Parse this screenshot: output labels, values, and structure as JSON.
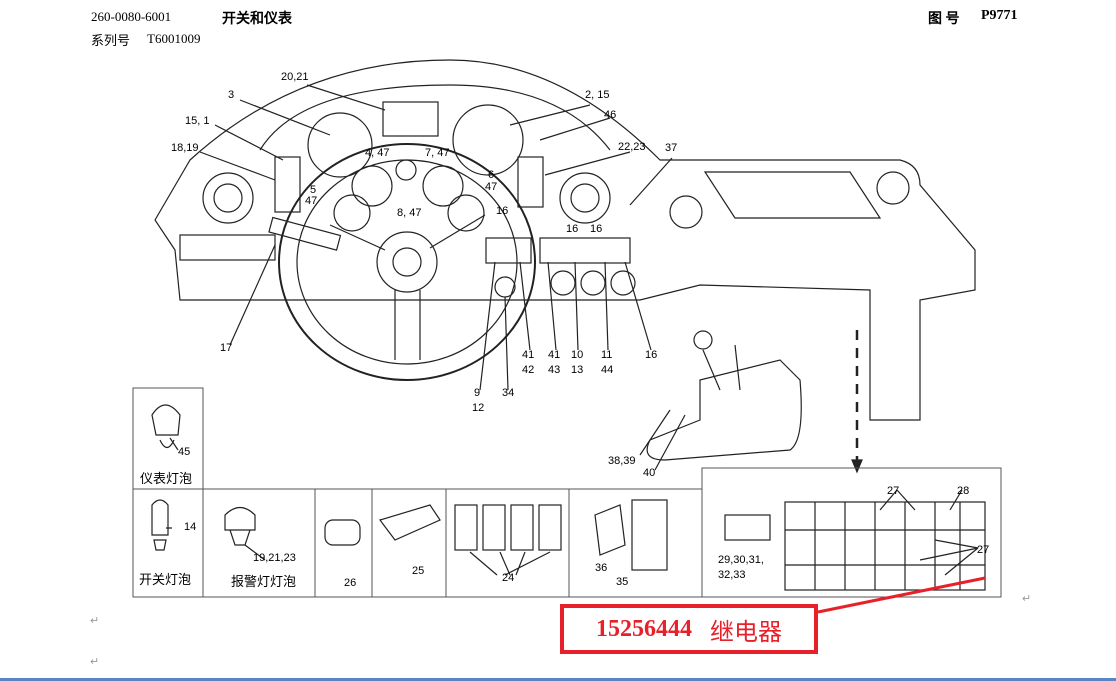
{
  "header": {
    "doc_code": "260-0080-6001",
    "title": "开关和仪表",
    "fig_label": "图 号",
    "fig_no": "P9771",
    "series_label": "系列号",
    "series_no": "T6001009"
  },
  "paragraph_mark": "↵",
  "callout_labels": [
    "20,21",
    "3",
    "2, 15",
    "46",
    "15, 1",
    "18,19",
    "22,23",
    "37",
    "4, 47",
    "7, 47",
    "6",
    "47",
    "5",
    "47",
    "8, 47",
    "16",
    "16",
    "16",
    "17",
    "41",
    "42",
    "41",
    "43",
    "10",
    "13",
    "11",
    "44",
    "16",
    "9",
    "12",
    "34",
    "38,39",
    "40"
  ],
  "parts": {
    "lamp_45": {
      "num": "45",
      "caption": "仪表灯泡"
    },
    "lamp_14": {
      "num": "14",
      "caption": "开关灯泡"
    },
    "lamp_19": {
      "num": "19,21,23",
      "caption": "报警灯灯泡"
    },
    "p26": "26",
    "p25": "25",
    "p24": "24",
    "p36": "36",
    "p35": "35",
    "p29": "29,30,31,",
    "p32": "32,33",
    "p27a": "27",
    "p28": "28",
    "p27b": "27"
  },
  "highlight": {
    "part_no": "15256444",
    "name": "继电器",
    "color": "#e8202a"
  }
}
